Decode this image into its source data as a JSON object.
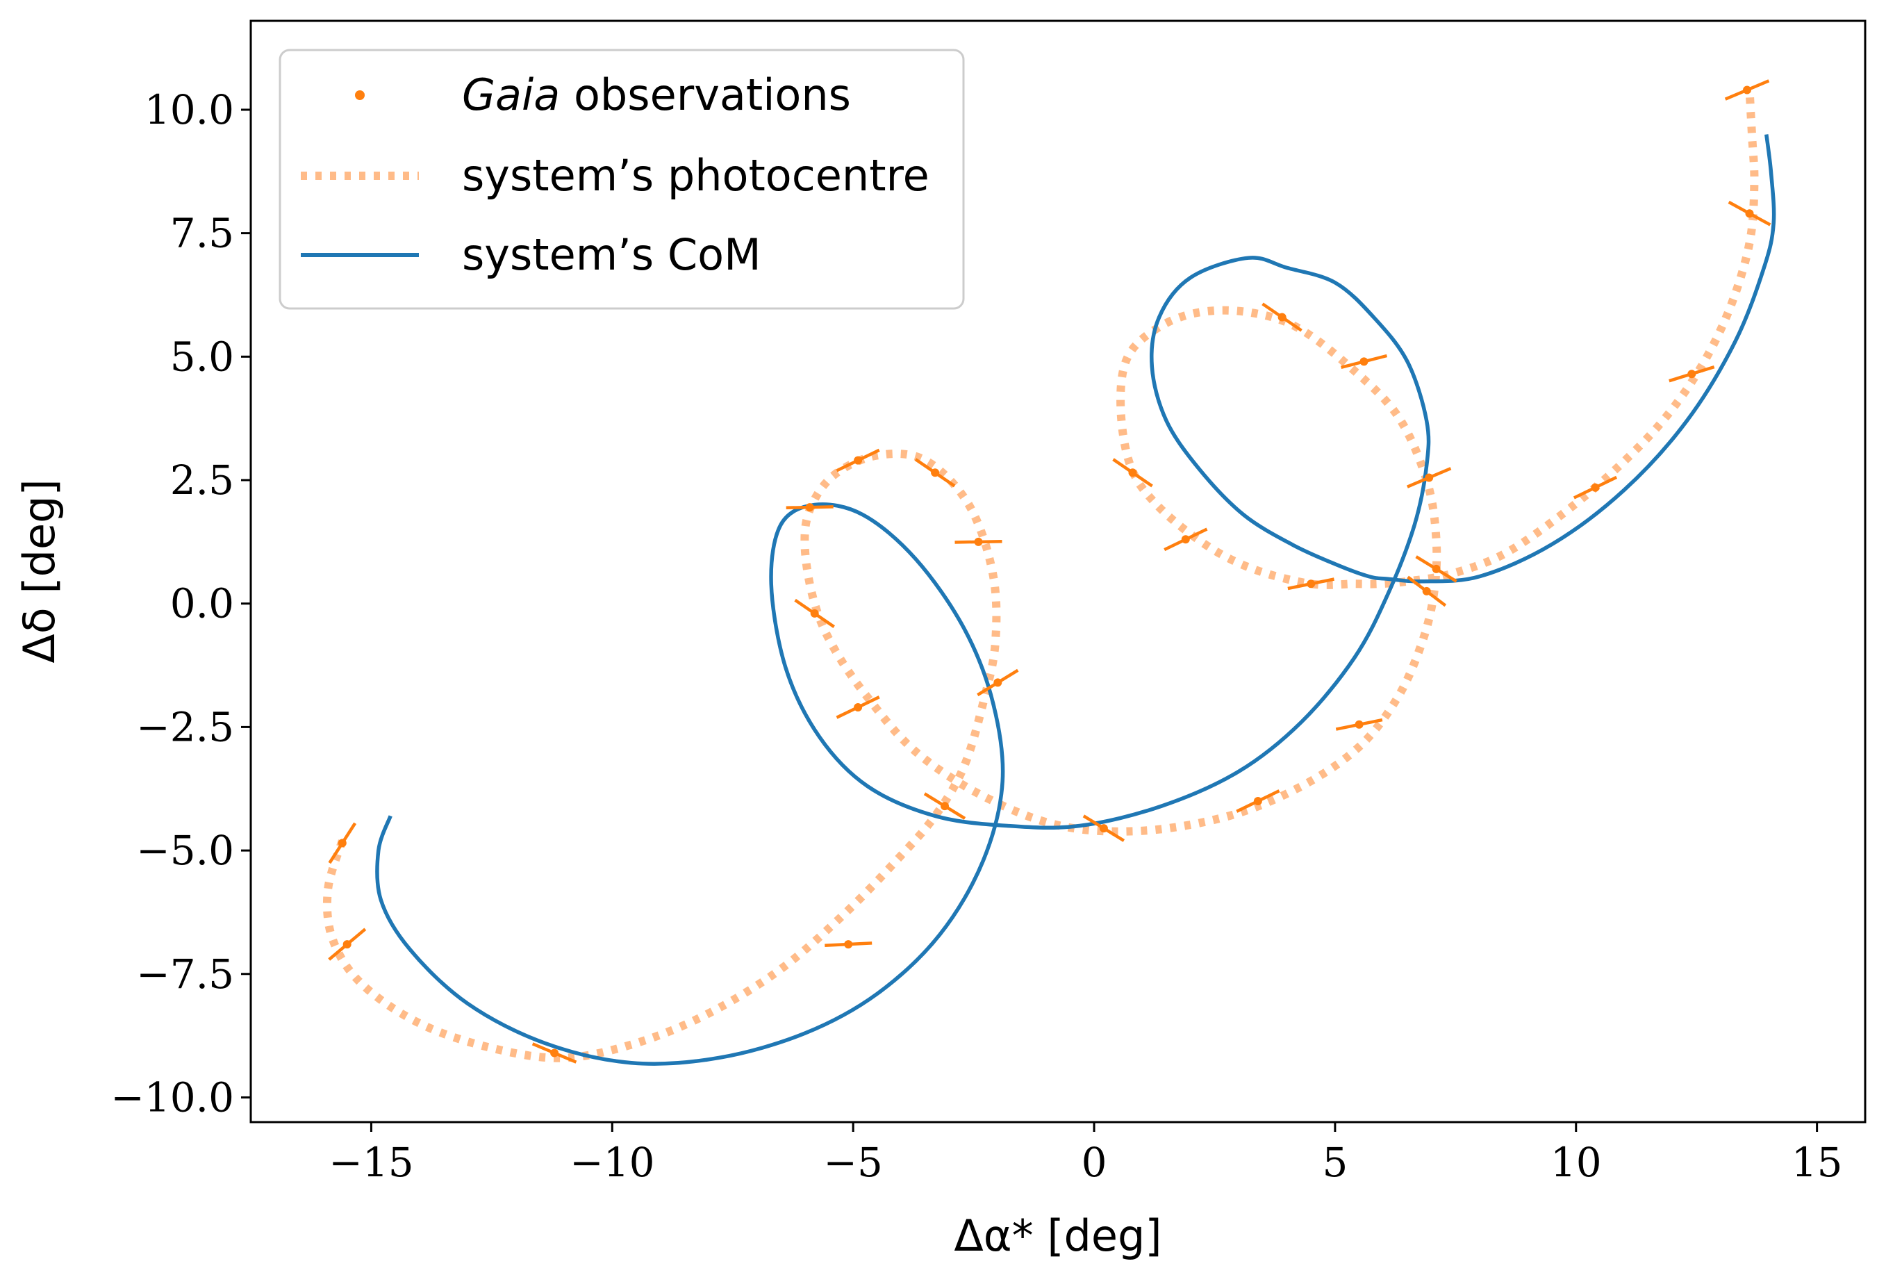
{
  "chart_data": {
    "type": "line",
    "xlabel": "Δα* [deg]",
    "ylabel": "Δδ [deg]",
    "xlim": [
      -17.5,
      16.0
    ],
    "ylim": [
      -10.5,
      11.8
    ],
    "xticks": [
      -15,
      -10,
      -5,
      0,
      5,
      10,
      15
    ],
    "yticks": [
      -10.0,
      -7.5,
      -5.0,
      -2.5,
      0.0,
      2.5,
      5.0,
      7.5,
      10.0
    ],
    "xtick_labels": [
      "−15",
      "−10",
      "−5",
      "0",
      "5",
      "10",
      "15"
    ],
    "ytick_labels": [
      "−10.0",
      "−7.5",
      "−5.0",
      "−2.5",
      "0.0",
      "2.5",
      "5.0",
      "7.5",
      "10.0"
    ],
    "grid": false,
    "legend": {
      "position": "top-left",
      "entries": [
        {
          "label_italic": "Gaia",
          "label": " observations",
          "style": "marker"
        },
        {
          "label": "system’s photocentre",
          "style": "dotted"
        },
        {
          "label": "system’s CoM",
          "style": "solid"
        }
      ]
    },
    "colors": {
      "observations": "#ff7f0e",
      "photocentre": "#ffbb88",
      "com": "#1f77b4"
    },
    "series": [
      {
        "name": "system’s CoM",
        "style": "solid",
        "x": [
          -14.6,
          -14.85,
          -14.8,
          -14.2,
          -13.0,
          -11.4,
          -9.6,
          -7.8,
          -6.0,
          -4.5,
          -3.2,
          -2.3,
          -1.9,
          -2.1,
          -2.7,
          -3.7,
          -4.8,
          -5.8,
          -6.5,
          -6.7,
          -6.4,
          -5.7,
          -4.7,
          -3.3,
          -1.8,
          -0.3,
          1.4,
          3.0,
          4.3,
          5.4,
          6.1,
          6.65,
          6.9,
          6.9,
          6.5,
          5.8,
          5.0,
          4.0,
          3.2,
          2.0,
          1.35,
          1.2,
          1.5,
          2.2,
          3.1,
          4.1,
          5.0,
          5.7,
          6.1,
          6.8,
          8.0,
          9.5,
          11.0,
          12.3,
          13.3,
          13.9,
          14.1,
          14.05,
          13.95
        ],
        "y": [
          -4.3,
          -5.0,
          -6.0,
          -7.0,
          -8.1,
          -8.9,
          -9.3,
          -9.2,
          -8.7,
          -7.9,
          -6.7,
          -5.2,
          -3.6,
          -2.0,
          -0.5,
          0.9,
          1.8,
          2.0,
          1.6,
          0.4,
          -1.3,
          -2.7,
          -3.7,
          -4.3,
          -4.5,
          -4.5,
          -4.1,
          -3.4,
          -2.4,
          -1.1,
          0.2,
          1.6,
          2.8,
          3.7,
          4.9,
          5.8,
          6.5,
          6.8,
          7.0,
          6.6,
          5.8,
          4.8,
          3.7,
          2.7,
          1.8,
          1.2,
          0.8,
          0.55,
          0.5,
          0.45,
          0.55,
          1.2,
          2.3,
          3.7,
          5.3,
          6.8,
          7.7,
          8.7,
          9.5
        ]
      },
      {
        "name": "system’s photocentre",
        "style": "dotted",
        "x": [
          -15.6,
          -15.9,
          -15.8,
          -15.2,
          -14.0,
          -12.5,
          -11.0,
          -9.5,
          -8.0,
          -6.5,
          -5.2,
          -4.1,
          -3.3,
          -2.7,
          -2.3,
          -2.05,
          -2.1,
          -2.6,
          -3.5,
          -4.5,
          -5.4,
          -5.9,
          -6.0,
          -5.8,
          -5.4,
          -4.7,
          -3.7,
          -2.3,
          -0.7,
          1.0,
          2.8,
          4.3,
          5.5,
          6.3,
          6.8,
          7.05,
          7.1,
          6.9,
          6.3,
          5.3,
          4.2,
          3.2,
          2.2,
          1.35,
          0.7,
          0.55,
          0.75,
          1.3,
          2.3,
          3.3,
          4.5,
          5.4,
          5.9,
          6.5,
          7.4,
          8.5,
          9.7,
          10.8,
          11.8,
          12.6,
          13.2,
          13.6,
          13.7,
          13.65,
          13.6
        ],
        "y": [
          -4.8,
          -5.8,
          -6.8,
          -7.7,
          -8.5,
          -9.0,
          -9.2,
          -8.9,
          -8.3,
          -7.4,
          -6.3,
          -5.2,
          -4.3,
          -3.3,
          -2.0,
          -0.8,
          0.6,
          2.0,
          2.9,
          3.0,
          2.6,
          1.9,
          1.1,
          0.0,
          -0.9,
          -1.9,
          -3.0,
          -3.9,
          -4.5,
          -4.6,
          -4.3,
          -3.7,
          -2.9,
          -1.9,
          -0.8,
          0.2,
          1.3,
          2.5,
          3.8,
          4.8,
          5.6,
          5.9,
          5.9,
          5.6,
          5.0,
          4.0,
          2.8,
          2.0,
          1.2,
          0.7,
          0.4,
          0.4,
          0.4,
          0.45,
          0.6,
          1.0,
          1.8,
          2.7,
          3.7,
          4.8,
          6.0,
          7.3,
          8.5,
          9.5,
          10.4
        ]
      }
    ],
    "observations": {
      "name": "Gaia observations",
      "points": [
        {
          "x": -15.6,
          "y": -4.85,
          "a": 1.0
        },
        {
          "x": -15.5,
          "y": -6.9,
          "a": 0.7
        },
        {
          "x": -11.2,
          "y": -9.1,
          "a": -0.4
        },
        {
          "x": -5.1,
          "y": -6.9,
          "a": 0.05
        },
        {
          "x": -3.1,
          "y": -4.1,
          "a": -0.55
        },
        {
          "x": -2.0,
          "y": -1.6,
          "a": 0.55
        },
        {
          "x": -2.4,
          "y": 1.25,
          "a": 0.02
        },
        {
          "x": -3.3,
          "y": 2.65,
          "a": -0.6
        },
        {
          "x": -4.9,
          "y": 2.9,
          "a": 0.45
        },
        {
          "x": -5.9,
          "y": 1.95,
          "a": 0.02
        },
        {
          "x": -5.8,
          "y": -0.2,
          "a": -0.6
        },
        {
          "x": -4.9,
          "y": -2.1,
          "a": 0.45
        },
        {
          "x": 0.2,
          "y": -4.55,
          "a": -0.55
        },
        {
          "x": 3.4,
          "y": -4.0,
          "a": 0.45
        },
        {
          "x": 5.5,
          "y": -2.45,
          "a": 0.2
        },
        {
          "x": 6.9,
          "y": 0.25,
          "a": -0.65
        },
        {
          "x": 7.1,
          "y": 0.7,
          "a": -0.55
        },
        {
          "x": 6.95,
          "y": 2.55,
          "a": 0.4
        },
        {
          "x": 5.6,
          "y": 4.9,
          "a": 0.25
        },
        {
          "x": 3.9,
          "y": 5.8,
          "a": -0.6
        },
        {
          "x": 0.8,
          "y": 2.65,
          "a": -0.6
        },
        {
          "x": 1.9,
          "y": 1.3,
          "a": 0.45
        },
        {
          "x": 4.5,
          "y": 0.4,
          "a": 0.2
        },
        {
          "x": 10.4,
          "y": 2.35,
          "a": 0.45
        },
        {
          "x": 12.4,
          "y": 4.65,
          "a": 0.3
        },
        {
          "x": 13.6,
          "y": 7.9,
          "a": -0.5
        },
        {
          "x": 13.55,
          "y": 10.4,
          "a": 0.4
        }
      ]
    }
  }
}
